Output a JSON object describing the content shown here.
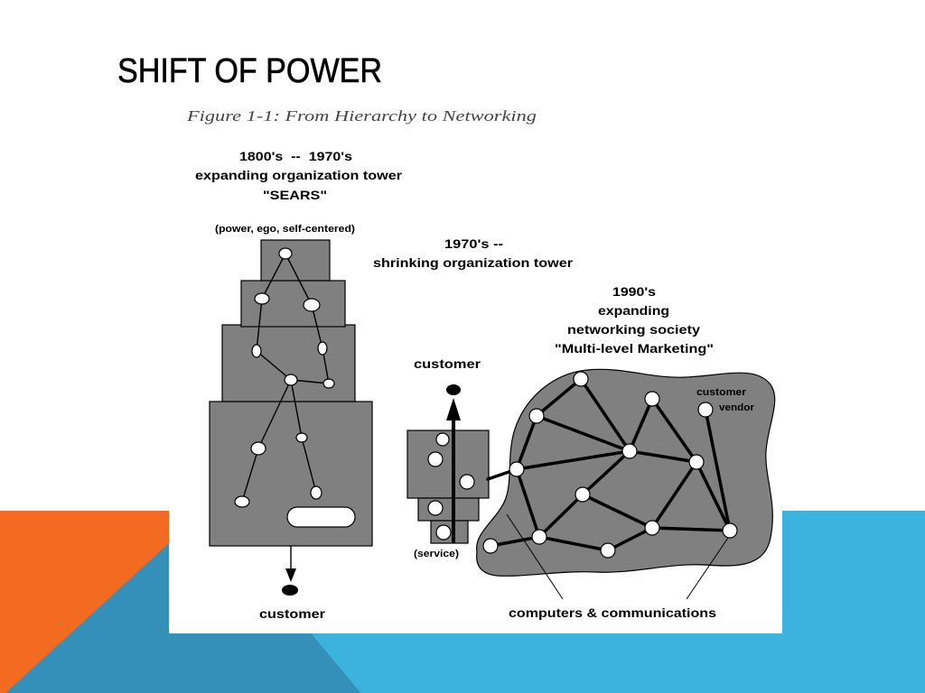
{
  "slide": {
    "title": "SHIFT OF POWER"
  },
  "figure": {
    "caption": "Figure 1-1: From Hierarchy to Networking",
    "hierarchy": {
      "period": "1800's  --  1970's",
      "subtitle": "expanding organization tower",
      "example": "\"SEARS\"",
      "note": "(power, ego, self-centered)",
      "customer": "customer"
    },
    "shrinking": {
      "period": "1970's --",
      "subtitle": "shrinking organization tower",
      "customer": "customer",
      "service": "(service)"
    },
    "networking": {
      "period": "1990's",
      "line1": "expanding",
      "line2": "networking society",
      "example": "\"Multi-level Marketing\"",
      "node_label_customer": "customer",
      "node_label_vendor": "vendor",
      "infrastructure": "computers & communications"
    }
  },
  "colors": {
    "orange": "#f26b21",
    "dark_blue": "#3590b9",
    "light_blue": "#3cb2df",
    "gray": "#808080",
    "panel": "#ffffff"
  }
}
